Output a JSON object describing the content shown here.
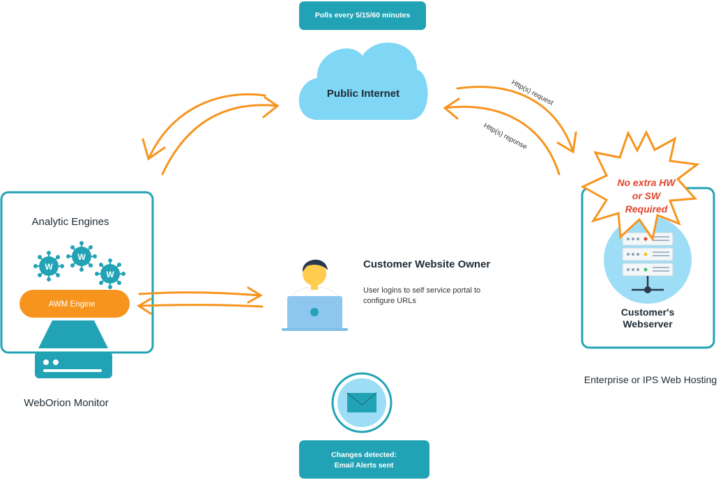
{
  "poll_badge": {
    "text": "Polls every 5/15/60 minutes"
  },
  "cloud": {
    "label": "Public Internet"
  },
  "arrows": {
    "request_label": "Http(s) request",
    "response_label": "Http(s) reponse"
  },
  "monitor": {
    "engines_title": "Analytic Engines",
    "engine_letter": "W",
    "awm_label": "AWM Engine",
    "caption": "WebOrion Monitor"
  },
  "owner": {
    "title": "Customer Website Owner",
    "desc_line1": "User logins to self service portal to",
    "desc_line2": "configure URLs"
  },
  "webserver": {
    "starburst_line1": "No extra HW",
    "starburst_line2": "or SW",
    "starburst_line3": "Required",
    "label_line1": "Customer's",
    "label_line2": "Webserver",
    "caption": "Enterprise or IPS Web Hosting"
  },
  "alerts_badge": {
    "line1": "Changes detected:",
    "line2": "Email Alerts sent"
  },
  "colors": {
    "teal": "#22A3B5",
    "orange": "#F7941D",
    "cloud": "#7FD6F5",
    "laptop": "#8DC7F0",
    "server_circle": "#9EDDF6",
    "star_text": "#E0452B"
  }
}
